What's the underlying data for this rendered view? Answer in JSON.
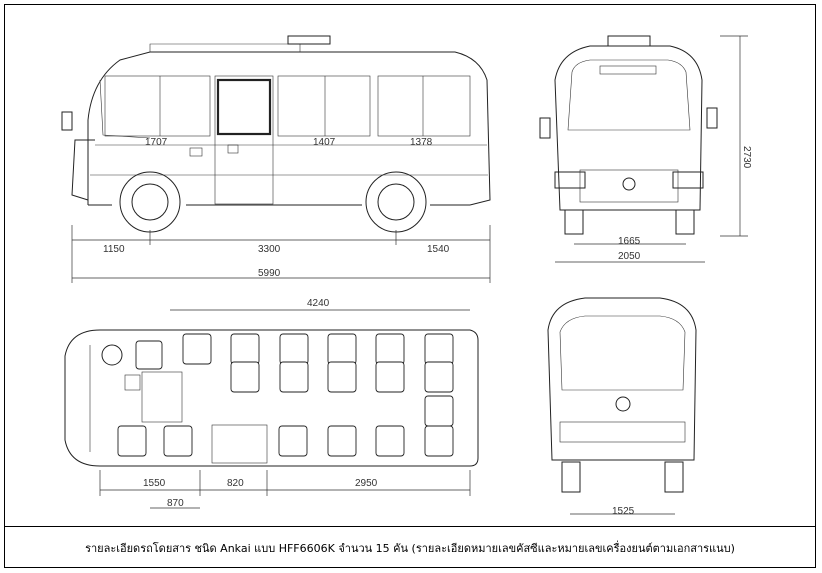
{
  "caption": "รายละเอียดรถโดยสาร ชนิด Ankai แบบ HFF6606K จำนวน 15 คัน (รายละเอียดหมายเลขคัสซีและหมายเลขเครื่องยนต์ตามเอกสารแนบ)",
  "side_view": {
    "window_label_1": "1707",
    "window_label_2": "1407",
    "window_label_3": "1378",
    "dim_front_overhang": "1150",
    "dim_wheelbase": "3300",
    "dim_rear_overhang": "1540",
    "dim_total_length": "5990"
  },
  "front_view": {
    "dim_height": "2730",
    "dim_track": "1665",
    "dim_width": "2050"
  },
  "plan_view": {
    "dim_top": "4240",
    "dim_a": "1550",
    "dim_b": "870",
    "dim_c": "820",
    "dim_d": "2950"
  },
  "rear_view": {
    "dim_track": "1525"
  }
}
